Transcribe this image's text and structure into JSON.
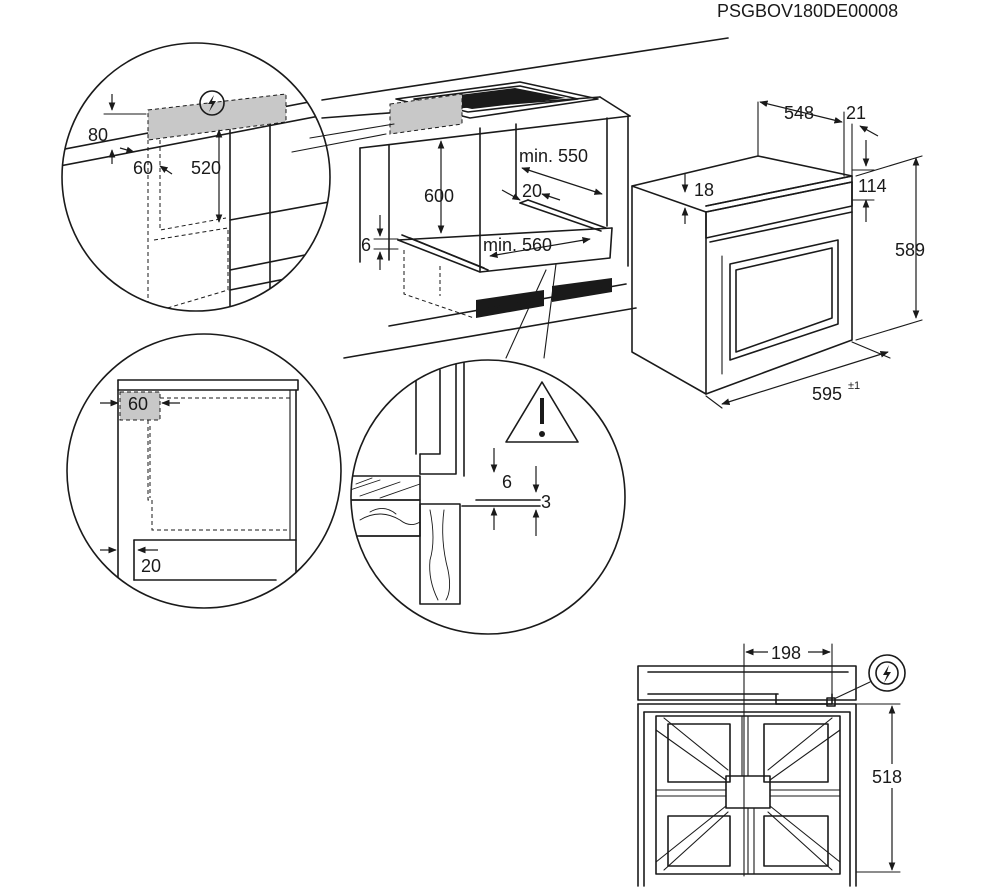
{
  "reference_code": "PSGBOV180DE00008",
  "main_view": {
    "dim_height_600": "600",
    "dim_min_550": "min. 550",
    "dim_20_top": "20",
    "dim_min_560": "min. 560",
    "dim_6_left": "6"
  },
  "oven_view": {
    "dim_548": "548",
    "dim_21": "21",
    "dim_114": "114",
    "dim_18": "18",
    "dim_589": "589",
    "dim_595": "595",
    "dim_595_tol": "±1"
  },
  "detail_power": {
    "dim_80": "80",
    "dim_60": "60",
    "dim_520": "520",
    "power_icon": "power-connection-icon"
  },
  "detail_side": {
    "dim_60": "60",
    "dim_20": "20"
  },
  "detail_gap": {
    "dim_6": "6",
    "dim_3": "3",
    "warning_icon": "warning-triangle-icon"
  },
  "top_view": {
    "dim_198": "198",
    "dim_518": "518",
    "power_icon": "power-connection-icon"
  }
}
